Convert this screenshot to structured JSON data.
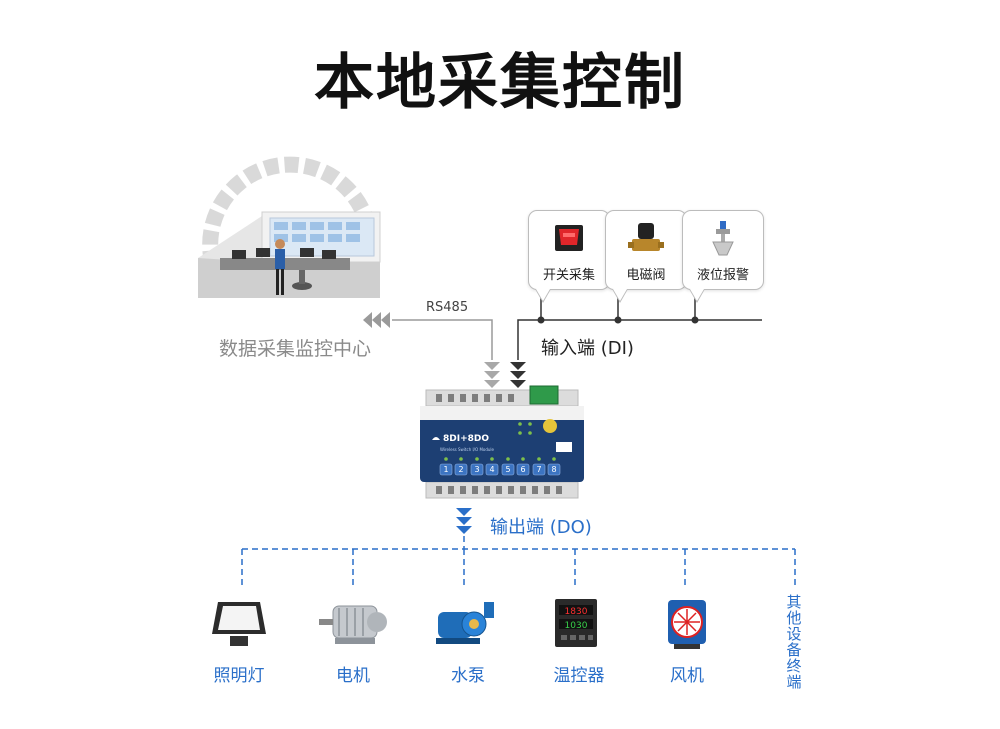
{
  "title": "本地采集控制",
  "monitor_center": {
    "label": "数据采集监控中心"
  },
  "bus": {
    "protocol": "RS485"
  },
  "inputs": {
    "label": "输入端 (DI)",
    "items": [
      {
        "label": "开关采集",
        "icon": "rocker-switch-icon"
      },
      {
        "label": "电磁阀",
        "icon": "solenoid-valve-icon"
      },
      {
        "label": "液位报警",
        "icon": "level-sensor-icon"
      }
    ]
  },
  "module": {
    "model": "8DI+8DO",
    "subtitle": "Wireless Switch I/O Module",
    "channels": [
      "1",
      "2",
      "3",
      "4",
      "5",
      "6",
      "7",
      "8"
    ]
  },
  "outputs": {
    "label": "输出端 (DO)",
    "items": [
      {
        "label": "照明灯",
        "icon": "floodlight-icon"
      },
      {
        "label": "电机",
        "icon": "motor-icon"
      },
      {
        "label": "水泵",
        "icon": "water-pump-icon"
      },
      {
        "label": "温控器",
        "icon": "thermostat-icon"
      },
      {
        "label": "风机",
        "icon": "fan-icon"
      }
    ],
    "other": "其他设备终端"
  },
  "colors": {
    "accent": "#2a6fc9",
    "module_blue": "#1d3f73",
    "gray_arrow": "#aaaaaa",
    "dark_arrow": "#333333"
  }
}
